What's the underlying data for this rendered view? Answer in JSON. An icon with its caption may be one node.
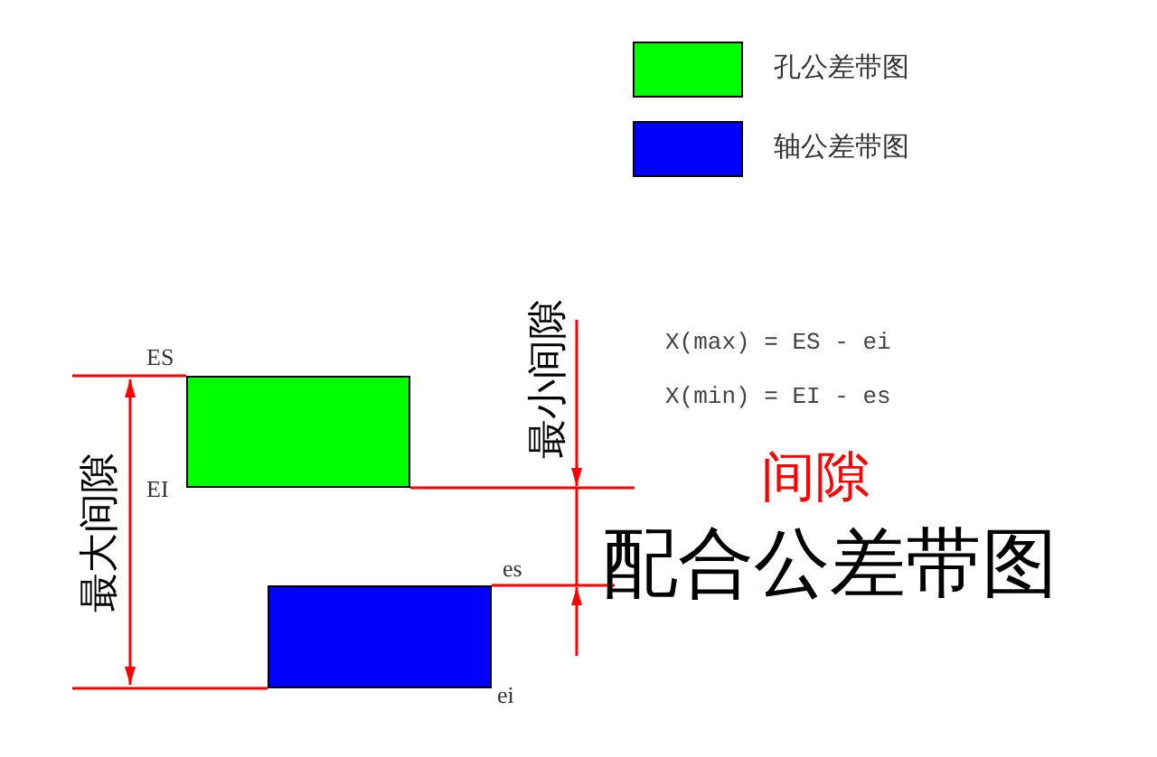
{
  "diagram": {
    "title": "配合公差带图",
    "labels": [
      "ES",
      "最小间隙",
      "X(max) = ES - ei",
      "X(min) = EI - es",
      "最大间隙",
      "EI",
      "间隙",
      "es",
      "ei"
    ],
    "legend": [
      {
        "text": "孔公差带图",
        "color": "#00ff00"
      },
      {
        "text": "轴公差带图",
        "color": "#0000ff"
      }
    ]
  }
}
